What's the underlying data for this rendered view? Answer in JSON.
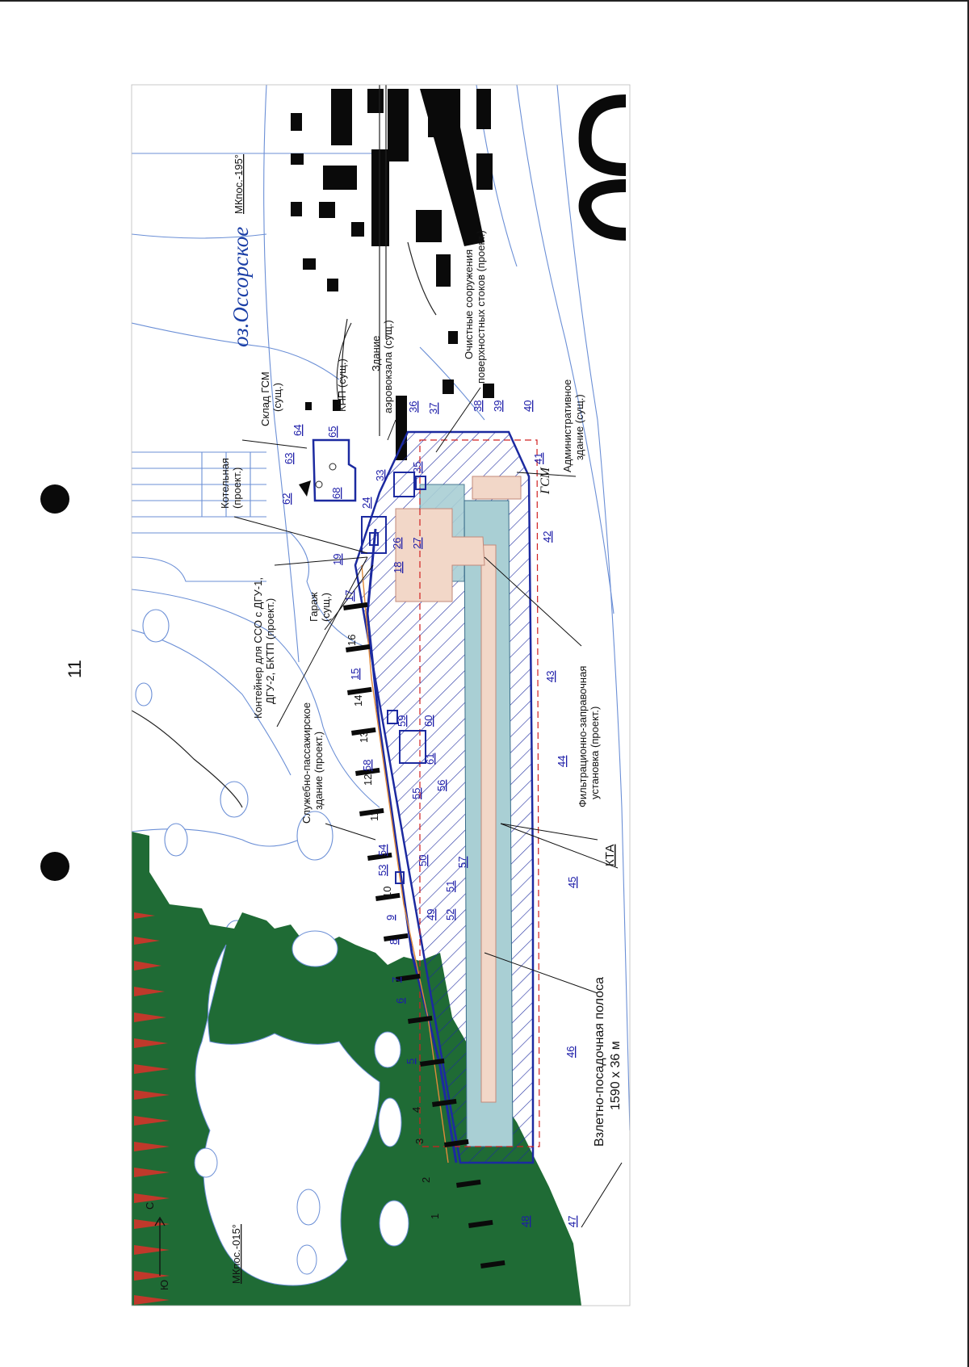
{
  "page": {
    "number": "11"
  },
  "map": {
    "lake_label": "оз.Оссорское",
    "north_orientation": "МКпос.-195°",
    "south_orientation": "МКпос.-015°",
    "compass_letters": [
      "С",
      "Ю"
    ],
    "gsm_label": "ГСМ",
    "kta_label": "КТА",
    "runway": {
      "title": "Взлетно-посадочная полоса",
      "dims": "1590 х 36 м"
    },
    "objects": {
      "kotelnaya": [
        "Котельная",
        "(проект.)"
      ],
      "sklad_gsm": [
        "Склад ГСМ",
        "(сущ.)"
      ],
      "kpp": "КПП (сущ.)",
      "airport_building": [
        "Здание",
        "аэровокзала (сущ.)"
      ],
      "treatment": [
        "Очистные сооружения",
        "поверхностных стоков (проект.)"
      ],
      "admin_building": [
        "Административное",
        "здание (сущ.)"
      ],
      "container": [
        "Контейнер для ССО с ДГУ-1,",
        "ДГУ-2, БКТП (проект.)"
      ],
      "garage": [
        "Гараж",
        "(сущ.)"
      ],
      "service_building": [
        "Служебно-пассажирское",
        "здание (проект.)"
      ],
      "filtration": [
        "Фильтрационно-заправочная",
        "установка (проект.)"
      ]
    },
    "point_labels": [
      "1",
      "2",
      "3",
      "4",
      "5",
      "6",
      "7",
      "8",
      "9",
      "10",
      "11",
      "12",
      "13",
      "14",
      "15",
      "16",
      "17",
      "18",
      "19",
      "24",
      "26",
      "27",
      "33",
      "35",
      "36",
      "37",
      "38",
      "39",
      "40",
      "41",
      "42",
      "43",
      "44",
      "45",
      "46",
      "47",
      "48",
      "49",
      "50",
      "51",
      "52",
      "53",
      "54",
      "55",
      "56",
      "57",
      "58",
      "59",
      "60",
      "61",
      "62",
      "63",
      "64",
      "65",
      "68"
    ]
  },
  "colors": {
    "forest": "#1f6b35",
    "apron_blue": "#a9cfd4",
    "taxiway_pink": "#f2d7c8",
    "boundary": "#1c2aa0",
    "water_lines": "#6b8fd6",
    "marker_red": "#c0392b"
  }
}
